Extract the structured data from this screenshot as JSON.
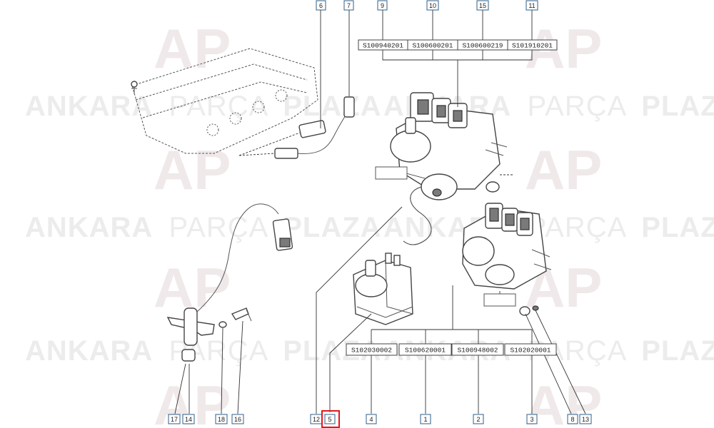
{
  "watermark": {
    "word1": "ANKARA",
    "word2": "PARÇA",
    "word3": "PLAZA",
    "logo_letters": "AP"
  },
  "colors": {
    "watermark": "#ececec",
    "callout_border": "#2c5f8a",
    "highlight": "#e0191f",
    "line": "#333333"
  },
  "top_callouts": [
    "6",
    "7",
    "9",
    "10",
    "15",
    "11"
  ],
  "top_codes": [
    "S100940201",
    "S100600201",
    "S100600219",
    "S101910201"
  ],
  "bottom_codes": [
    "S102030002",
    "S100620001",
    "S100948002",
    "S102020001"
  ],
  "bottom_callouts": [
    "17",
    "14",
    "18",
    "16",
    "12",
    "5",
    "4",
    "1",
    "2",
    "3",
    "8",
    "13"
  ],
  "highlighted_callout": "5"
}
